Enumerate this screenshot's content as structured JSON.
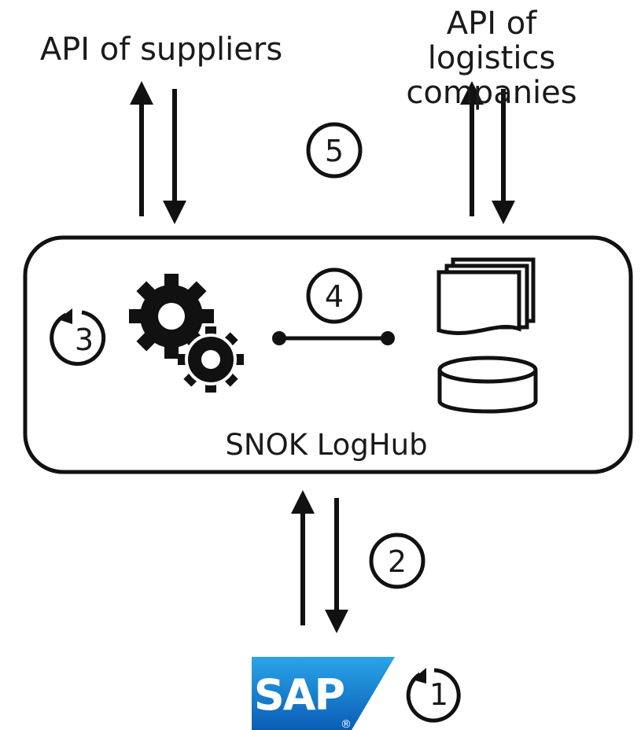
{
  "labels": {
    "api_suppliers": "API of suppliers",
    "api_logistics": "API of logistics companies",
    "hub_name": "SNOK LogHub"
  },
  "steps": {
    "s1": "1",
    "s2": "2",
    "s3": "3",
    "s4": "4",
    "s5": "5"
  },
  "sap_logo": {
    "text": "SAP",
    "registered": "®"
  },
  "colors": {
    "stroke": "#111111",
    "sap_blue_top": "#2aa5e8",
    "sap_blue_bottom": "#0a5db5"
  },
  "icons": [
    "gears-icon",
    "documents-icon",
    "database-icon",
    "cycle-arrow-icon",
    "connector-icon"
  ]
}
